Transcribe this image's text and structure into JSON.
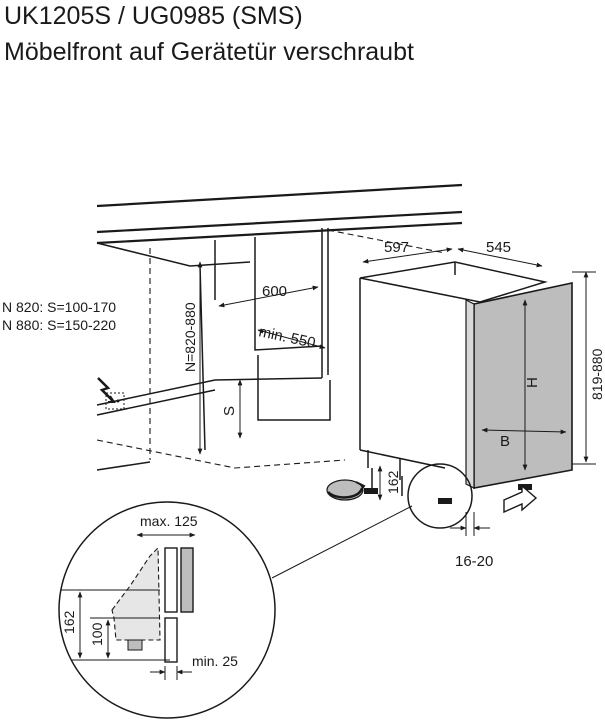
{
  "header": {
    "title": "UK1205S / UG0985 (SMS)",
    "subtitle": "Möbelfront auf Gerätetür verschraubt"
  },
  "dimensions": {
    "niche_width": "600",
    "appliance_width": "597",
    "appliance_depth": "545",
    "min_depth": "min. 550",
    "niche_height": "N=820-880",
    "appliance_height": "819-880",
    "front_height": "H",
    "front_width": "B",
    "plinth_height": "162",
    "plinth_offset": "16-20",
    "plinth_setback": "S",
    "rule_n820": "N 820: S=100-170",
    "rule_n880": "N 880: S=150-220"
  },
  "detail": {
    "max_label": "max. 125",
    "min_label": "min. 25",
    "height_162": "162",
    "height_100": "100"
  },
  "icons": [
    "electrical-outlet-icon",
    "adjust-rotation-arrow-icon",
    "push-arrow-icon"
  ]
}
